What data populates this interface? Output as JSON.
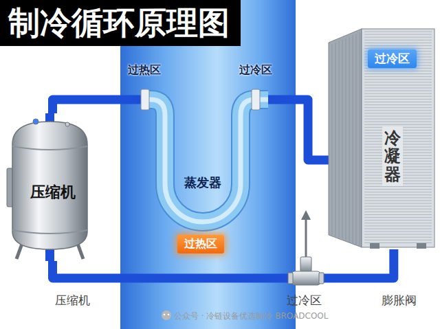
{
  "diagram": {
    "title": "制冷循环原理图",
    "nodes": [
      {
        "text": [
          "压缩机"
        ]
      },
      {
        "text": [
          "蒸发器"
        ]
      },
      {
        "text": [
          "过热区"
        ]
      },
      {
        "text": [
          "冷凝器"
        ]
      },
      {
        "text": [
          "过冷区"
        ],
        "in": 3
      }
    ],
    "edges": [
      {
        "from": 0,
        "to": 1,
        "arrow": "none"
      },
      {
        "from": 1,
        "to": 3,
        "arrow": "none"
      },
      {
        "from": 3,
        "to": 0,
        "arrow": "none"
      }
    ],
    "labels": [
      "过热区",
      "过冷区",
      "压缩机",
      "过冷区",
      "膨胀阀",
      "公众号 · 冷链设备优选制冷 BROADCOOL"
    ]
  }
}
